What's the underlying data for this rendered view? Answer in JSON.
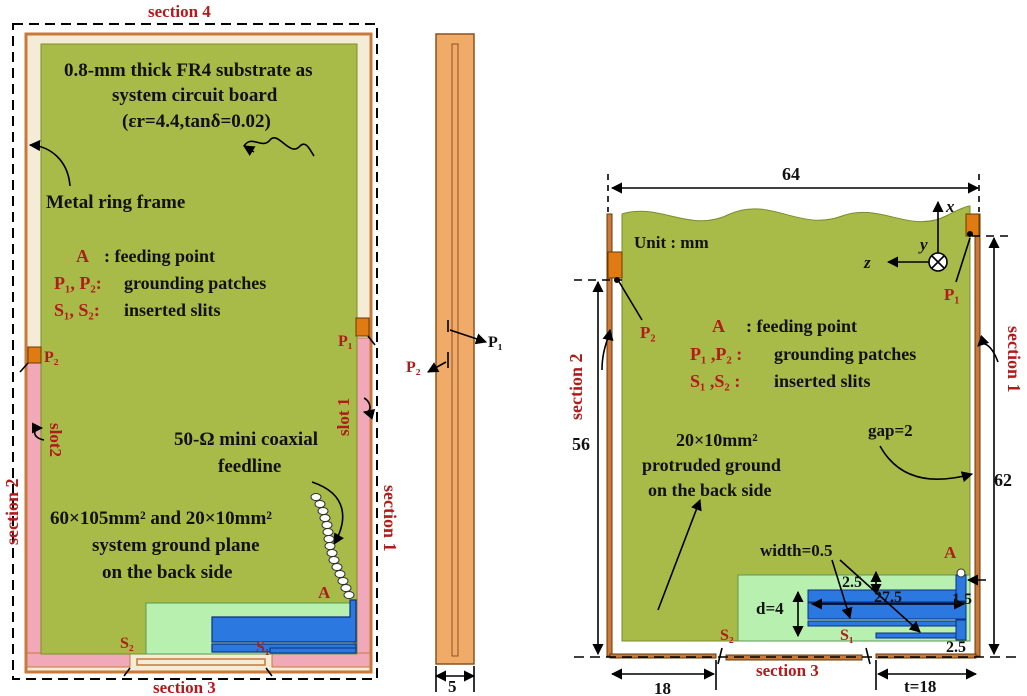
{
  "left": {
    "section4": "section 4",
    "substrate_l1": "0.8-mm thick FR4 substrate as",
    "substrate_l2": "system circuit board",
    "substrate_l3": "(εr=4.4,tanδ=0.02)",
    "metal_ring": "Metal ring frame",
    "legend_a_sym": "A",
    "legend_a_txt": ":  feeding point",
    "legend_p_sym": "P₁, P₂:",
    "legend_p_txt": "grounding patches",
    "legend_s_sym": "S₁, S₂:",
    "legend_s_txt": "inserted slits",
    "p1": "P₁",
    "p2": "P₂",
    "slot1": "slot 1",
    "slot2": "slot2",
    "section1": "section 1",
    "section2": "section 2",
    "section3": "section 3",
    "coax_l1": "50-Ω mini coaxial",
    "coax_l2": "feedline",
    "ground_l1": "60×105mm² and 20×10mm²",
    "ground_l2": "system ground plane",
    "ground_l3": "on the back side",
    "a_label": "A",
    "s1": "S₁",
    "s2": "S₂"
  },
  "side": {
    "p1": "P₁",
    "p2": "P₂",
    "width": "5"
  },
  "right": {
    "width_64": "64",
    "unit": "Unit : mm",
    "axis_x": "x",
    "axis_y": "y",
    "axis_z": "z",
    "p1": "P₁",
    "p2": "P₂",
    "legend_a_sym": "A",
    "legend_a_txt": ": feeding point",
    "legend_p_sym": "P₁ ,P₂ :",
    "legend_p_txt": "grounding patches",
    "legend_s_sym": "S₁ ,S₂ :",
    "legend_s_txt": "inserted slits",
    "section1": "section 1",
    "section2": "section 2",
    "section3": "section 3",
    "dim_56": "56",
    "dim_62": "62",
    "gap": "gap=2",
    "protrude_l1": "20×10mm²",
    "protrude_l2": "protruded ground",
    "protrude_l3": "on the back side",
    "width_05": "width=0.5",
    "a_label": "A",
    "dim_25a": "2.5",
    "dim_275": "27.5",
    "dim_15": "1.5",
    "dim_d4": "d=4",
    "dim_25b": "2.5",
    "s1": "S₁",
    "s2": "S₂",
    "dim_18": "18",
    "dim_t18": "t=18"
  },
  "colors": {
    "board": "#a8ba48",
    "frame": "#c77a3c",
    "pink": "#f1a8b8",
    "patch": "#e07a12",
    "ground_back": "#b8f0b0",
    "strip": "#2a78e0",
    "side_bar": "#f1ab68",
    "label_red": "#b01c1c"
  }
}
